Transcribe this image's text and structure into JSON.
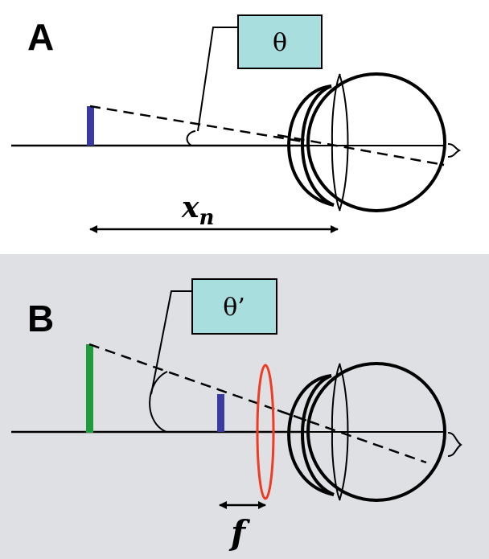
{
  "panels": {
    "a": {
      "letter": "A",
      "angle_label": "θ",
      "distance_label": "x",
      "distance_subscript": "n"
    },
    "b": {
      "letter": "B",
      "angle_label": "θ’",
      "distance_label": "f"
    }
  },
  "colors": {
    "label_box": "#a8dede",
    "panel_b_background": "#dfe0e3",
    "near_object": "#3a3aa0",
    "far_object": "#1f9a3c",
    "lens": "#ee3b24"
  }
}
